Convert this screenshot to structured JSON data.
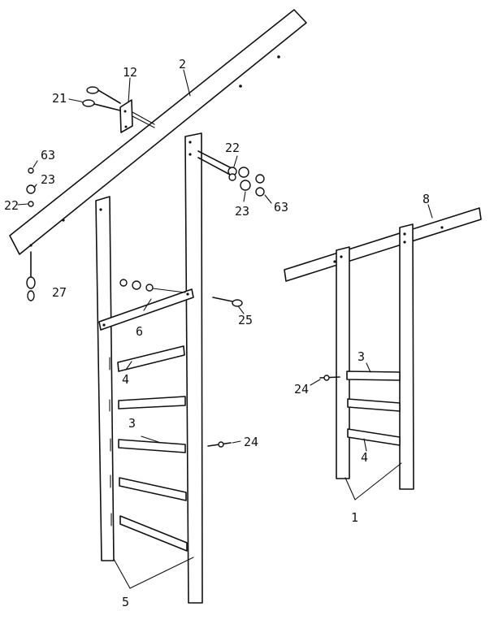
{
  "labels": {
    "p1": "1",
    "p2": "2",
    "p3a": "3",
    "p3b": "3",
    "p4a": "4",
    "p4b": "4",
    "p5": "5",
    "p6": "6",
    "p8": "8",
    "p12": "12",
    "p21": "21",
    "p22a": "22",
    "p22b": "22",
    "p23a": "23",
    "p23b": "23",
    "p24a": "24",
    "p24b": "24",
    "p25": "25",
    "p27": "27",
    "p63a": "63",
    "p63b": "63"
  }
}
